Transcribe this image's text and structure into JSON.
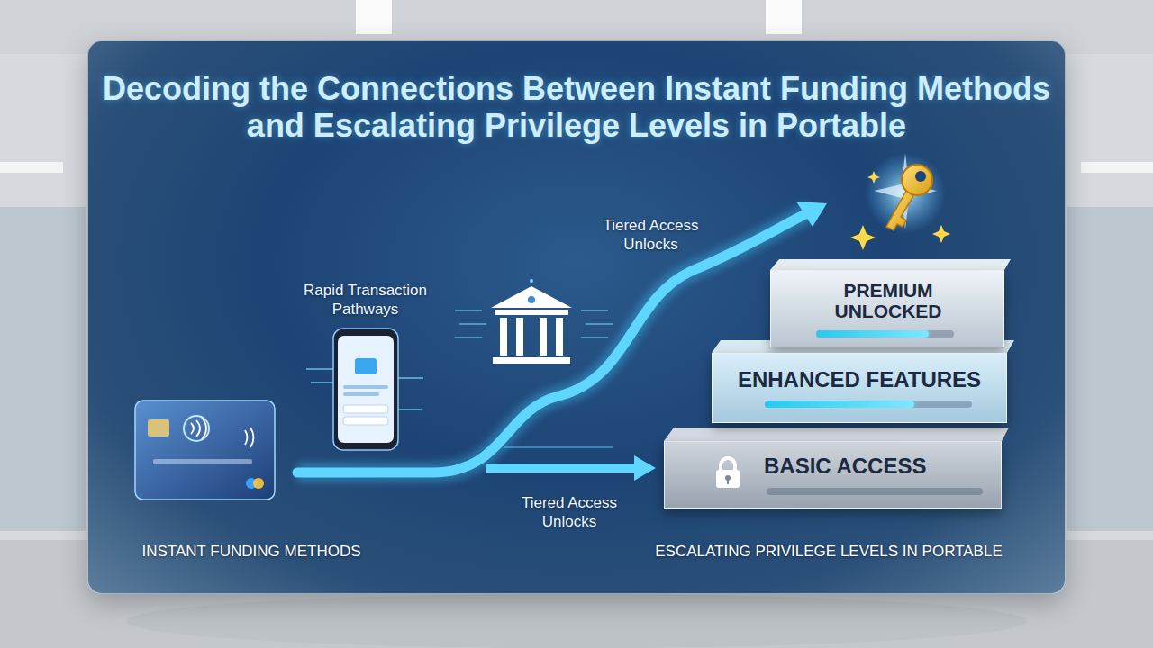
{
  "diagram": {
    "title": "Decoding the Connections Between Instant Funding Methods and Escalating Privilege Levels in Portable",
    "nodes": [
      {
        "text": [
          "PREMIUM UNLOCKED"
        ]
      },
      {
        "text": [
          "ENHANCED FEATURES"
        ]
      },
      {
        "text": [
          "BASIC ACCESS"
        ]
      }
    ],
    "labels": [
      "Tiered Access Unlocks",
      "Rapid Transaction Pathways",
      "Tiered Access Unlocks",
      "INSTANT FUNDING METHODS",
      "ESCALATING PRIVILEGE LEVELS IN PORTABLE"
    ]
  }
}
